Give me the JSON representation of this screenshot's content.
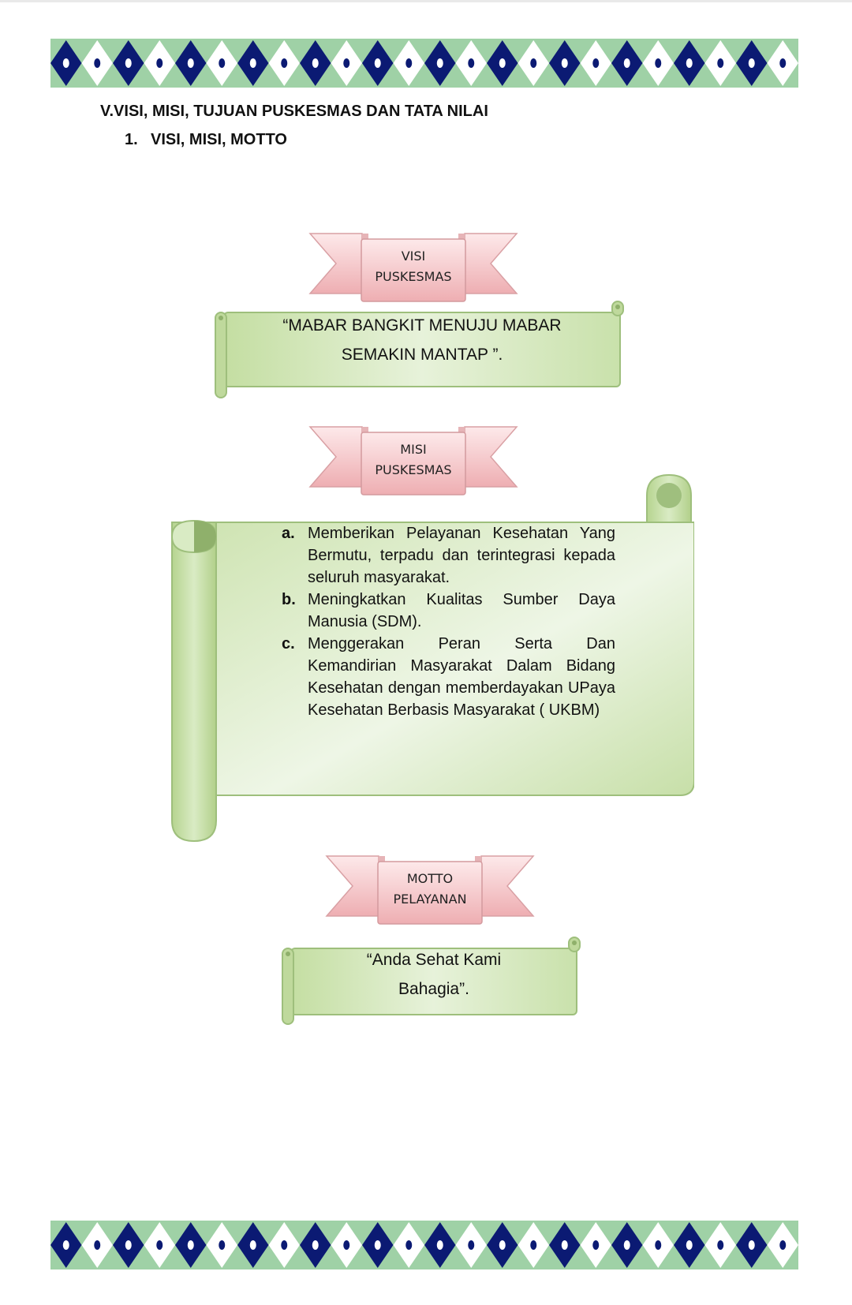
{
  "section_heading": "V.VISI, MISI, TUJUAN PUSKESMAS DAN TATA NILAI",
  "subsection": {
    "number": "1.",
    "title": "VISI, MISI, MOTTO"
  },
  "visi": {
    "label_line1": "VISI",
    "label_line2": "PUSKESMAS",
    "text_line1": "“MABAR BANGKIT MENUJU MABAR",
    "text_line2": "SEMAKIN MANTAP ”."
  },
  "misi": {
    "label_line1": "MISI",
    "label_line2": "PUSKESMAS",
    "items": [
      {
        "marker": "a.",
        "text": "Memberikan Pelayanan Kesehatan Yang Bermutu, terpadu dan terintegrasi kepada seluruh masyarakat."
      },
      {
        "marker": "b.",
        "text": "Meningkatkan Kualitas Sumber Daya Manusia (SDM)."
      },
      {
        "marker": "c.",
        "text": "Menggerakan Peran Serta Dan Kemandirian Masyarakat Dalam Bidang Kesehatan dengan memberdayakan UPaya Kesehatan Berbasis Masyarakat ( UKBM)"
      }
    ]
  },
  "motto": {
    "label_line1": "MOTTO",
    "label_line2": "PELAYANAN",
    "text_line1": "“Anda Sehat Kami",
    "text_line2": "Bahagia”."
  },
  "colors": {
    "border_green": "#9fd1a6",
    "border_diamond": "#0b1a73",
    "ribbon_pink": "#f3c4c6",
    "scroll_green": "#cde3b0"
  }
}
